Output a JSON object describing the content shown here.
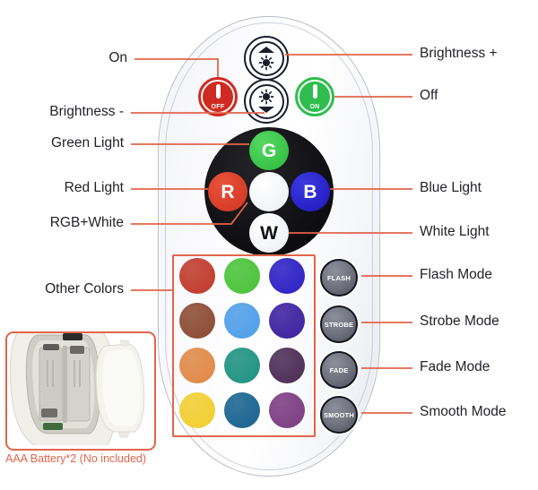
{
  "remote": {
    "buttons": {
      "off": {
        "icon": "power-icon",
        "text": "OFF",
        "color": "#cf2b22"
      },
      "on": {
        "icon": "power-icon",
        "text": "ON",
        "color": "#2ebd4e"
      },
      "brightness_up": {
        "icon": "brightness-up-icon"
      },
      "brightness_down": {
        "icon": "brightness-down-icon"
      },
      "green": {
        "label": "G",
        "color": "#2cba3c"
      },
      "red": {
        "label": "R",
        "color": "#cf3521"
      },
      "blue": {
        "label": "B",
        "color": "#1f16bb"
      },
      "white": {
        "label": "W",
        "color": "#ffffff"
      },
      "center": {
        "label": "",
        "color": "#ffffff"
      }
    },
    "modes": [
      {
        "label": "FLASH"
      },
      {
        "label": "STROBE"
      },
      {
        "label": "FADE"
      },
      {
        "label": "SMOOTH"
      }
    ],
    "color_grid": {
      "columns": 3,
      "rows": 4,
      "colors": [
        [
          "#c0392b",
          "#49c238",
          "#2a1fc4"
        ],
        [
          "#8b4a32",
          "#4e9ee8",
          "#3a1f9e"
        ],
        [
          "#e08845",
          "#1d9180",
          "#4b2b54"
        ],
        [
          "#f2ce30",
          "#17628f",
          "#7b3b82"
        ]
      ]
    }
  },
  "annotations": {
    "accent_color": "#e2654a",
    "left": [
      {
        "key": "on",
        "text": "On"
      },
      {
        "key": "brightness_minus",
        "text": "Brightness -"
      },
      {
        "key": "green_light",
        "text": "Green Light"
      },
      {
        "key": "red_light",
        "text": "Red Light"
      },
      {
        "key": "rgb_white",
        "text": "RGB+White"
      },
      {
        "key": "other_colors",
        "text": "Other Colors"
      }
    ],
    "right": [
      {
        "key": "brightness_plus",
        "text": "Brightness +"
      },
      {
        "key": "off",
        "text": "Off"
      },
      {
        "key": "blue_light",
        "text": "Blue Light"
      },
      {
        "key": "white_light",
        "text": "White Light"
      },
      {
        "key": "flash_mode",
        "text": "Flash Mode"
      },
      {
        "key": "strobe_mode",
        "text": "Strobe Mode"
      },
      {
        "key": "fade_mode",
        "text": "Fade Mode"
      },
      {
        "key": "smooth_mode",
        "text": "Smooth Mode"
      }
    ]
  },
  "battery_inset": {
    "caption": "AAA Battery*2 (No included)"
  }
}
